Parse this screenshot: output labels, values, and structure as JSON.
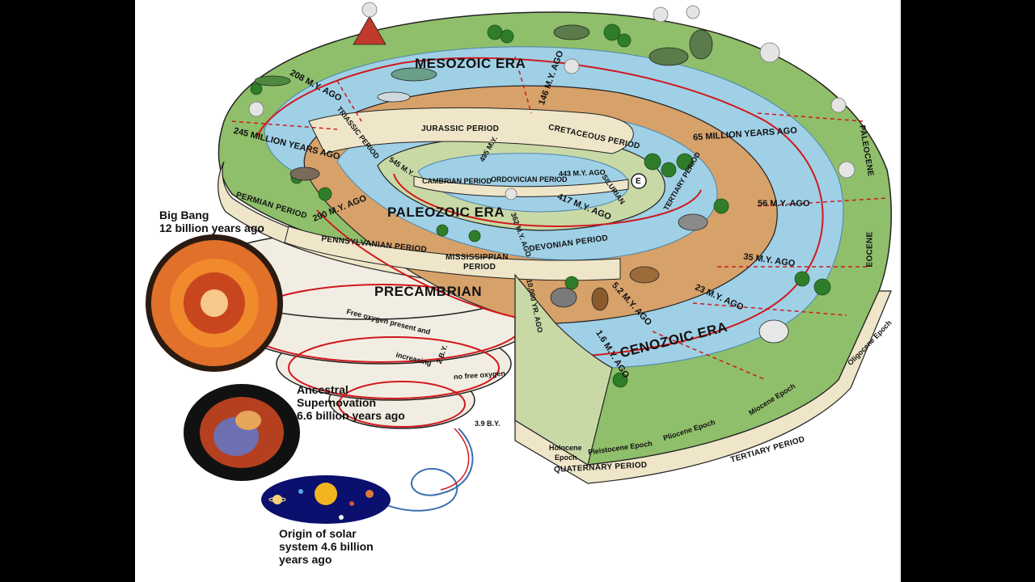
{
  "eras": {
    "mesozoic": "MESOZOIC ERA",
    "paleozoic": "PALEOZOIC ERA",
    "cenozoic": "CENOZOIC ERA",
    "precambrian": "PRECAMBRIAN"
  },
  "periods": {
    "permian": "PERMIAN PERIOD",
    "triassic": "TRIASSIC PERIOD",
    "jurassic": "JURASSIC PERIOD",
    "cretaceous": "CRETACEOUS PERIOD",
    "tertiary_small": "TERTIARY PERIOD",
    "pennsylvanian": "PENNSYLVANIAN PERIOD",
    "mississippian_line1": "MISSISSIPPIAN",
    "mississippian_line2": "PERIOD",
    "devonian": "DEVONIAN PERIOD",
    "cambrian": "CAMBRIAN PERIOD",
    "ordovician": "ORDOVICIAN PERIOD",
    "silurian": "SILURIAN",
    "tertiary": "TERTIARY PERIOD",
    "quaternary": "QUATERNARY PERIOD"
  },
  "epochs": {
    "paleocene": "PALEOCENE",
    "eocene": "EOCENE",
    "oligocene": "Oligocene Epoch",
    "miocene": "Miocene Epoch",
    "pliocene": "Pliocene Epoch",
    "pleistocene": "Pleistocene Epoch",
    "holocene_line1": "Holocene",
    "holocene_line2": "Epoch"
  },
  "dates": {
    "d245": "245 MILLION YEARS AGO",
    "d208": "208 M.Y. AGO",
    "d146": "146 M.Y. AGO",
    "d65": "65 MILLION YEARS AGO",
    "d56": "56 M.Y. AGO",
    "d35": "35 M.Y. AGO",
    "d23": "23 M.Y. AGO",
    "d5_2": "5.2 M.Y. AGO",
    "d1_6": "1.6 M.Y. AGO",
    "d10000": "10,000 YR. AGO",
    "d290": "290 M.Y. AGO",
    "d545": "545 M.Y.",
    "d495": "495 M.Y.",
    "d443": "443 M.Y. AGO",
    "d417": "417 M.Y. AGO",
    "d362": "362 M.Y. AGO",
    "d3_9": "3.9 B.Y.",
    "d2": "2 B.Y."
  },
  "notes": {
    "e_marker": "E",
    "free_oxygen": "Free oxygen present and",
    "increasing": "increasing",
    "no_free_oxygen": "no free oxygen"
  },
  "cosmic": {
    "big_bang_line1": "Big Bang",
    "big_bang_line2": "12 billion years ago",
    "supernova_line1": "Ancestral",
    "supernova_line2": "Supernovation",
    "supernova_line3": "6.6 billion years ago",
    "solar_line1": "Origin of solar",
    "solar_line2": "system 4.6 billion",
    "solar_line3": "years ago"
  },
  "colors": {
    "water": "#9fd0e6",
    "land": "#8fbf6a",
    "earth": "#d7a16a",
    "band": "#efe6c9",
    "arrow": "#d0181e",
    "background": "#000000",
    "panel": "#ffffff"
  }
}
